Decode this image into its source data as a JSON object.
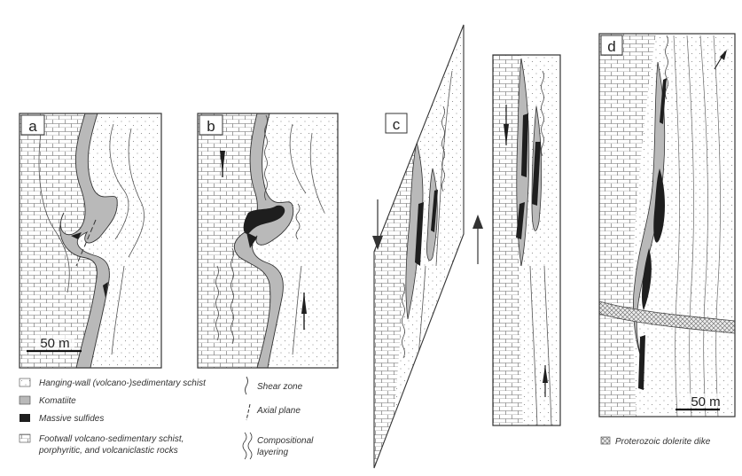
{
  "panels": {
    "a": {
      "letter": "a",
      "scale": "50 m"
    },
    "b": {
      "letter": "b"
    },
    "c": {
      "letter": "c"
    },
    "d": {
      "letter": "d",
      "scale": "50 m"
    }
  },
  "legend": {
    "hanging_wall": "Hanging-wall (volcano-)sedimentary schist",
    "komatiite": "Komatiite",
    "massive_sulfides": "Massive sulfides",
    "footwall_line1": "Footwall volcano-sedimentary schist,",
    "footwall_line2": "porphyritic, and volcaniclastic rocks",
    "shear_zone": "Shear zone",
    "axial_plane": "Axial plane",
    "compositional_line1": "Compositional",
    "compositional_line2": "layering",
    "dolerite_dike": "Proterozoic dolerite dike"
  },
  "colors": {
    "komatiite": "#b9b9b9",
    "sulfides": "#1e1e1e",
    "dike": "#d4d4d4",
    "frame": "#333333"
  }
}
